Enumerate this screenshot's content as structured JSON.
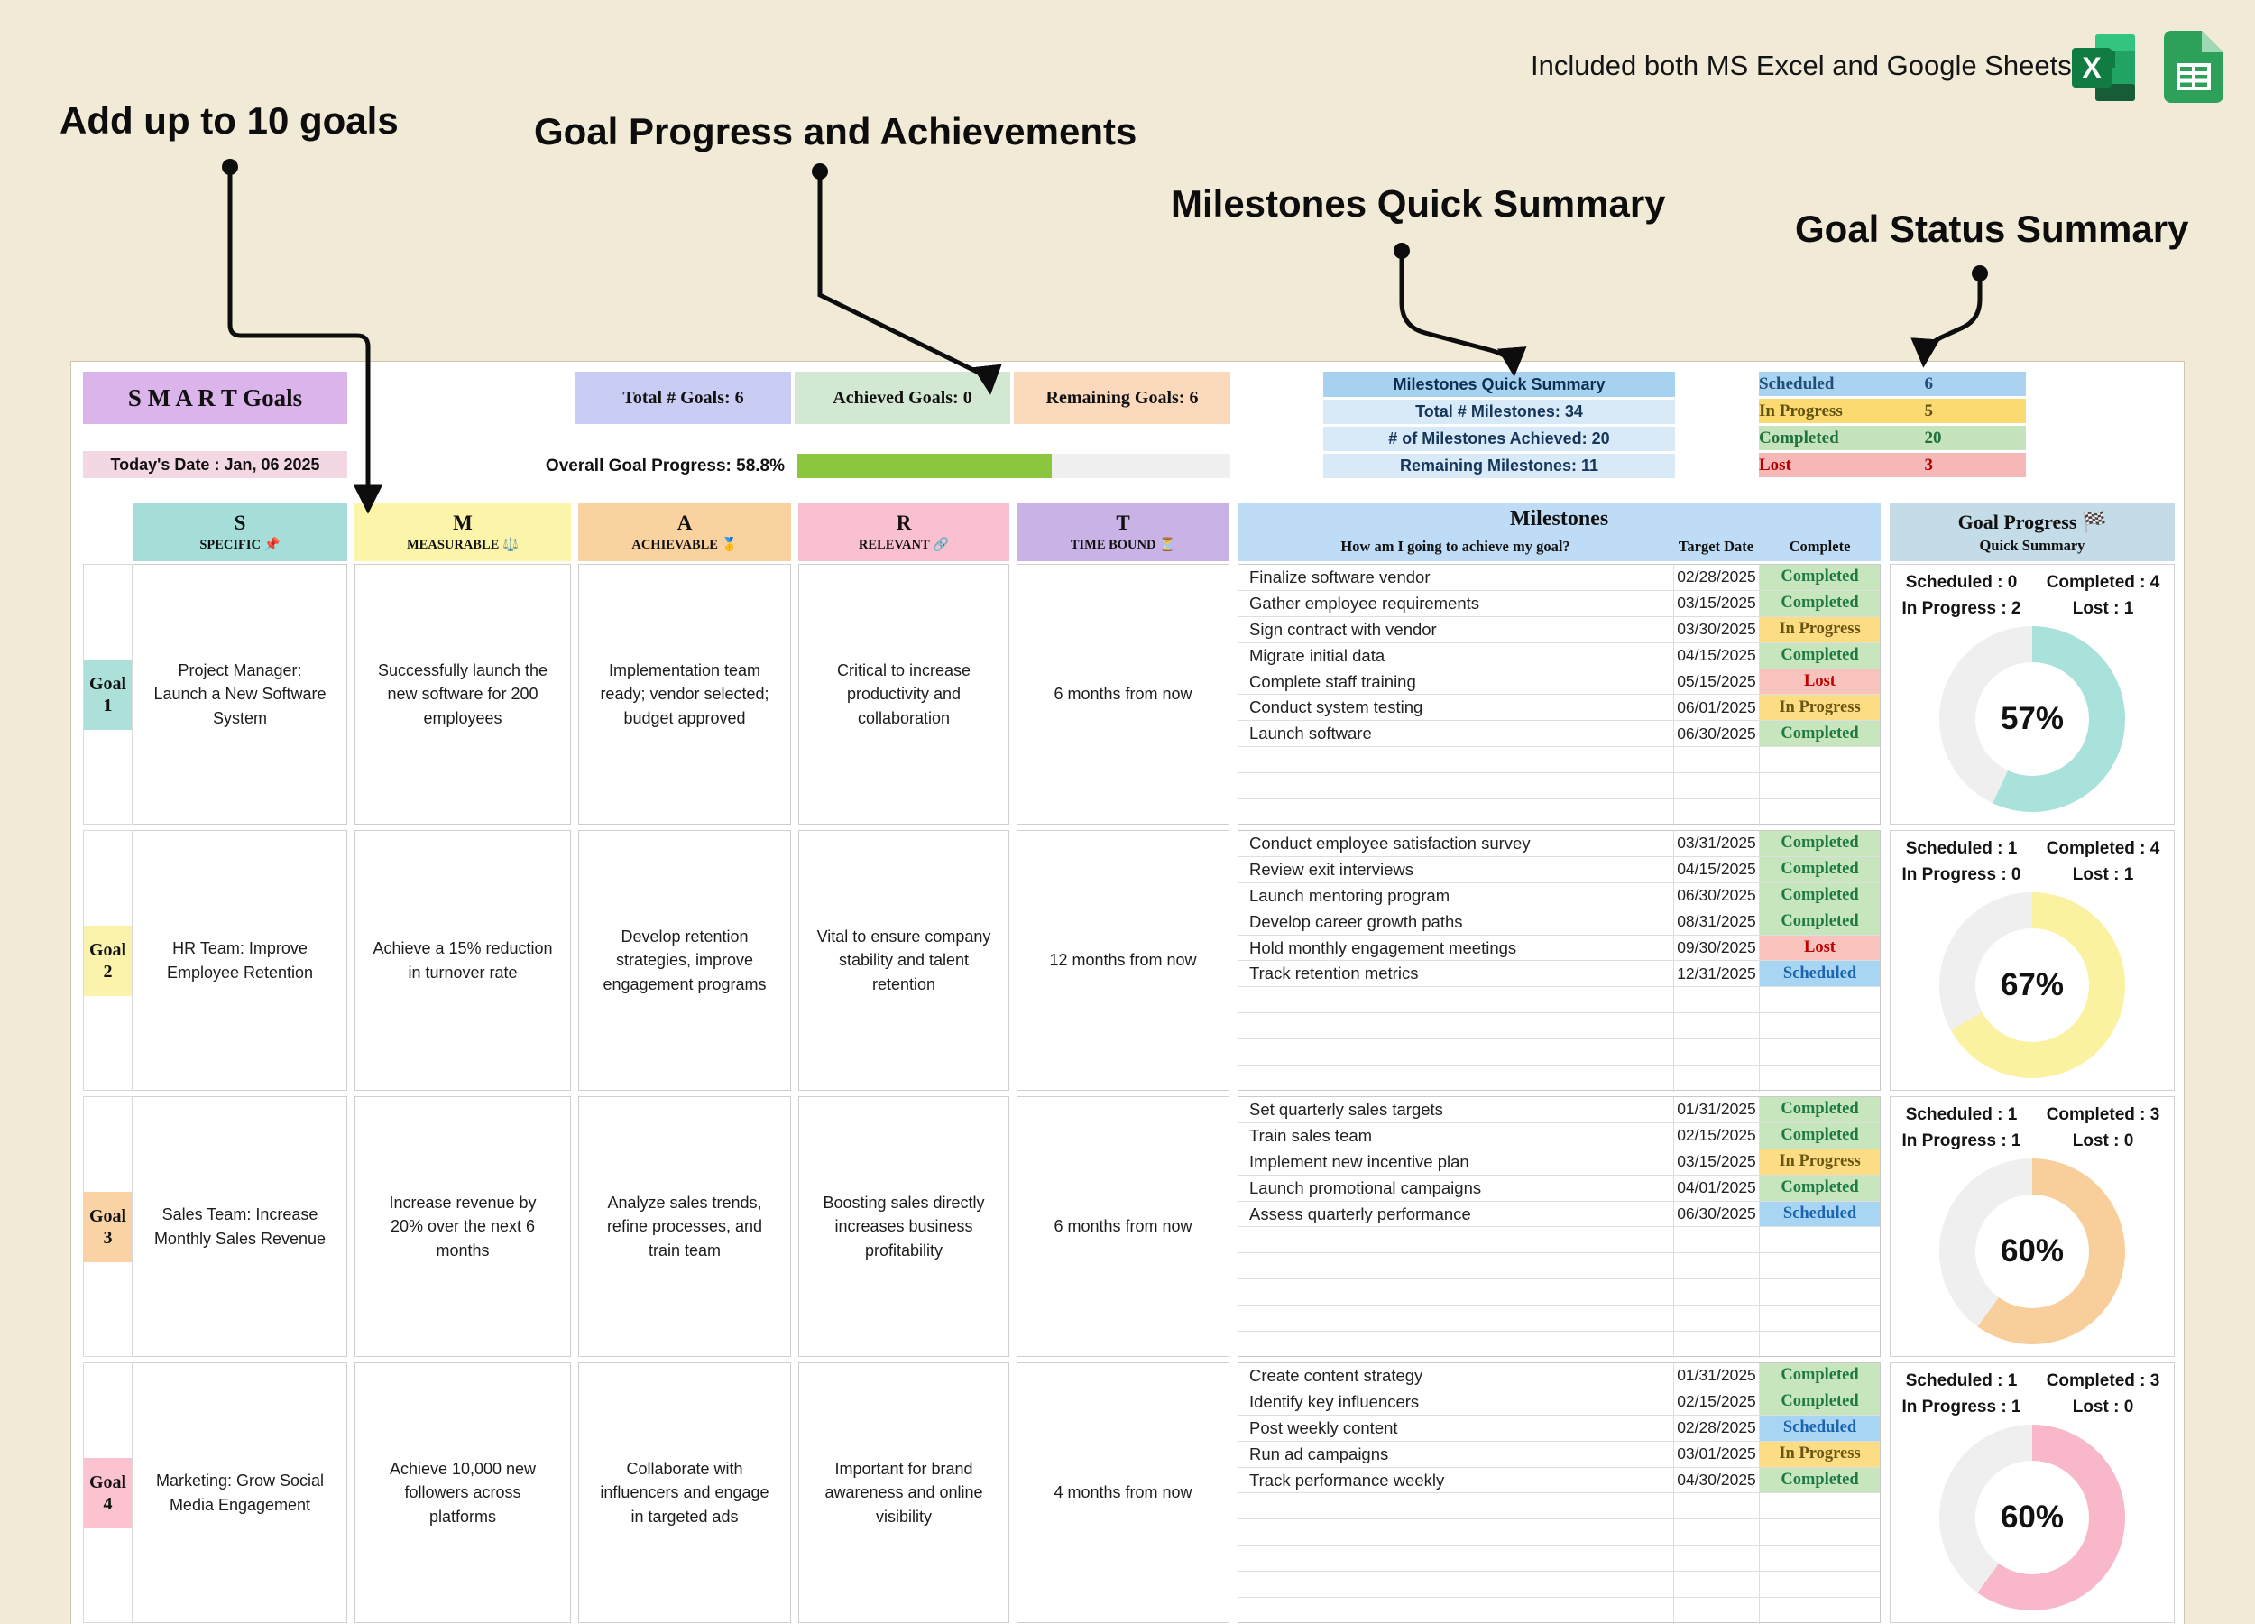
{
  "annotations": {
    "add_goals": "Add up to 10 goals",
    "goal_progress": "Goal Progress and Achievements",
    "milestones_summary": "Milestones Quick Summary",
    "goal_status": "Goal Status Summary",
    "included_note": "Included both MS Excel and Google Sheets"
  },
  "header": {
    "title": "S M A R T Goals",
    "date_label": "Today's Date : Jan, 06 2025",
    "total_goals": "Total # Goals: 6",
    "achieved_goals": "Achieved Goals: 0",
    "remaining_goals": "Remaining Goals: 6",
    "overall_progress_label": "Overall Goal Progress: 58.8%",
    "overall_progress_pct": 58.8
  },
  "milestones_quick_summary": {
    "title": "Milestones Quick Summary",
    "rows": [
      "Total # Milestones: 34",
      "# of Milestones Achieved: 20",
      "Remaining Milestones: 11"
    ]
  },
  "goal_status_summary": {
    "rows": [
      {
        "label": "Scheduled",
        "value": "6",
        "bg": "#a9d3f0",
        "color": "#1f4e79"
      },
      {
        "label": "In Progress",
        "value": "5",
        "bg": "#fbda72",
        "color": "#63510f"
      },
      {
        "label": "Completed",
        "value": "20",
        "bg": "#c5e3bd",
        "color": "#20713f"
      },
      {
        "label": "Lost",
        "value": "3",
        "bg": "#f5b8b6",
        "color": "#b00000"
      }
    ]
  },
  "table": {
    "columns": [
      {
        "letter": "S",
        "label": "SPECIFIC",
        "icon": "📌",
        "icon_name": "pushpin-icon",
        "color": "#a5ded8"
      },
      {
        "letter": "M",
        "label": "MEASURABLE",
        "icon": "⚖️",
        "icon_name": "scales-icon",
        "color": "#fcf4a9"
      },
      {
        "letter": "A",
        "label": "ACHIEVABLE",
        "icon": "🥇",
        "icon_name": "medal-icon",
        "color": "#fad2a0"
      },
      {
        "letter": "R",
        "label": "RELEVANT",
        "icon": "🔗",
        "icon_name": "link-icon",
        "color": "#f9c0cf"
      },
      {
        "letter": "T",
        "label": "TIME BOUND",
        "icon": "⏳",
        "icon_name": "hourglass-icon",
        "color": "#c9b3e6"
      }
    ],
    "milestones_header": {
      "title": "Milestones",
      "question": "How am I going to achieve my goal?",
      "target_date": "Target Date",
      "complete": "Complete"
    },
    "progress_header": {
      "title": "Goal Progress",
      "icon": "🏁",
      "subtitle": "Quick Summary"
    }
  },
  "statuses": {
    "Completed": {
      "bg": "#c8e6bd",
      "color": "#1e7a45"
    },
    "In Progress": {
      "bg": "#fcdd84",
      "color": "#6b5513"
    },
    "Scheduled": {
      "bg": "#a8d6f2",
      "color": "#1c64b0"
    },
    "Lost": {
      "bg": "#f8c2bd",
      "color": "#c00000"
    }
  },
  "goals": [
    {
      "tab_label": "Goal",
      "tab_number": "1",
      "tab_color": "#aee0da",
      "donut_color": "#a8e2da",
      "specific": "Project Manager: Launch a New Software System",
      "measurable": "Successfully launch the new software for 200 employees",
      "achievable": "Implementation team ready; vendor selected; budget approved",
      "relevant": "Critical to increase productivity and collaboration",
      "time_bound": "6 months from now",
      "stats": [
        "Scheduled : 0",
        "Completed : 4",
        "In Progress : 2",
        "Lost : 1"
      ],
      "percent": "57%",
      "percent_value": 57,
      "milestones": [
        {
          "task": "Finalize software vendor",
          "date": "02/28/2025",
          "status": "Completed"
        },
        {
          "task": "Gather employee requirements",
          "date": "03/15/2025",
          "status": "Completed"
        },
        {
          "task": "Sign contract with vendor",
          "date": "03/30/2025",
          "status": "In Progress"
        },
        {
          "task": "Migrate initial data",
          "date": "04/15/2025",
          "status": "Completed"
        },
        {
          "task": "Complete staff training",
          "date": "05/15/2025",
          "status": "Lost"
        },
        {
          "task": "Conduct system testing",
          "date": "06/01/2025",
          "status": "In Progress"
        },
        {
          "task": "Launch software",
          "date": "06/30/2025",
          "status": "Completed"
        }
      ]
    },
    {
      "tab_label": "Goal",
      "tab_number": "2",
      "tab_color": "#fbf2ac",
      "donut_color": "#faf2a0",
      "specific": "HR Team: Improve Employee Retention",
      "measurable": "Achieve a 15% reduction in turnover rate",
      "achievable": "Develop retention strategies, improve engagement programs",
      "relevant": "Vital to ensure company stability and talent retention",
      "time_bound": "12 months from now",
      "stats": [
        "Scheduled : 1",
        "Completed : 4",
        "In Progress : 0",
        "Lost : 1"
      ],
      "percent": "67%",
      "percent_value": 67,
      "milestones": [
        {
          "task": "Conduct employee satisfaction survey",
          "date": "03/31/2025",
          "status": "Completed"
        },
        {
          "task": "Review exit interviews",
          "date": "04/15/2025",
          "status": "Completed"
        },
        {
          "task": "Launch mentoring program",
          "date": "06/30/2025",
          "status": "Completed"
        },
        {
          "task": "Develop career growth paths",
          "date": "08/31/2025",
          "status": "Completed"
        },
        {
          "task": "Hold monthly engagement meetings",
          "date": "09/30/2025",
          "status": "Lost"
        },
        {
          "task": "Track retention metrics",
          "date": "12/31/2025",
          "status": "Scheduled"
        }
      ]
    },
    {
      "tab_label": "Goal",
      "tab_number": "3",
      "tab_color": "#fad3a4",
      "donut_color": "#f8cf9b",
      "specific": "Sales Team: Increase Monthly Sales Revenue",
      "measurable": "Increase revenue by 20% over the next 6 months",
      "achievable": "Analyze sales trends, refine processes, and train team",
      "relevant": "Boosting sales directly increases business profitability",
      "time_bound": "6 months from now",
      "stats": [
        "Scheduled : 1",
        "Completed : 3",
        "In Progress : 1",
        "Lost : 0"
      ],
      "percent": "60%",
      "percent_value": 60,
      "milestones": [
        {
          "task": "Set quarterly sales targets",
          "date": "01/31/2025",
          "status": "Completed"
        },
        {
          "task": "Train sales team",
          "date": "02/15/2025",
          "status": "Completed"
        },
        {
          "task": "Implement new incentive plan",
          "date": "03/15/2025",
          "status": "In Progress"
        },
        {
          "task": "Launch promotional campaigns",
          "date": "04/01/2025",
          "status": "Completed"
        },
        {
          "task": "Assess quarterly performance",
          "date": "06/30/2025",
          "status": "Scheduled"
        }
      ]
    },
    {
      "tab_label": "Goal",
      "tab_number": "4",
      "tab_color": "#fbc3d0",
      "donut_color": "#f9b7ca",
      "specific": "Marketing: Grow Social Media Engagement",
      "measurable": "Achieve 10,000 new followers across platforms",
      "achievable": "Collaborate with influencers and engage in targeted ads",
      "relevant": "Important for brand awareness and online visibility",
      "time_bound": "4 months from now",
      "stats": [
        "Scheduled : 1",
        "Completed : 3",
        "In Progress : 1",
        "Lost : 0"
      ],
      "percent": "60%",
      "percent_value": 60,
      "milestones": [
        {
          "task": "Create content strategy",
          "date": "01/31/2025",
          "status": "Completed"
        },
        {
          "task": "Identify key influencers",
          "date": "02/15/2025",
          "status": "Completed"
        },
        {
          "task": "Post weekly content",
          "date": "02/28/2025",
          "status": "Scheduled"
        },
        {
          "task": "Run ad campaigns",
          "date": "03/01/2025",
          "status": "In Progress"
        },
        {
          "task": "Track performance weekly",
          "date": "04/30/2025",
          "status": "Completed"
        }
      ]
    }
  ],
  "colors": {
    "page_bg": "#f1ead6",
    "sheet_bg": "#ffffff",
    "title_box": "#dcb4ec",
    "date_box": "#f3d7e3",
    "total_box": "#c9cdf4",
    "achieved_box": "#d3e8d2",
    "remaining_box": "#fbd9bd",
    "progress_fill": "#8cc63e",
    "progress_track": "#efefef",
    "mqs_header": "#a6d2ef",
    "mqs_row": "#d8eaf8",
    "milestones_header": "#bedcf6",
    "progress_header": "#c4dbe8",
    "donut_track": "#efefef"
  }
}
